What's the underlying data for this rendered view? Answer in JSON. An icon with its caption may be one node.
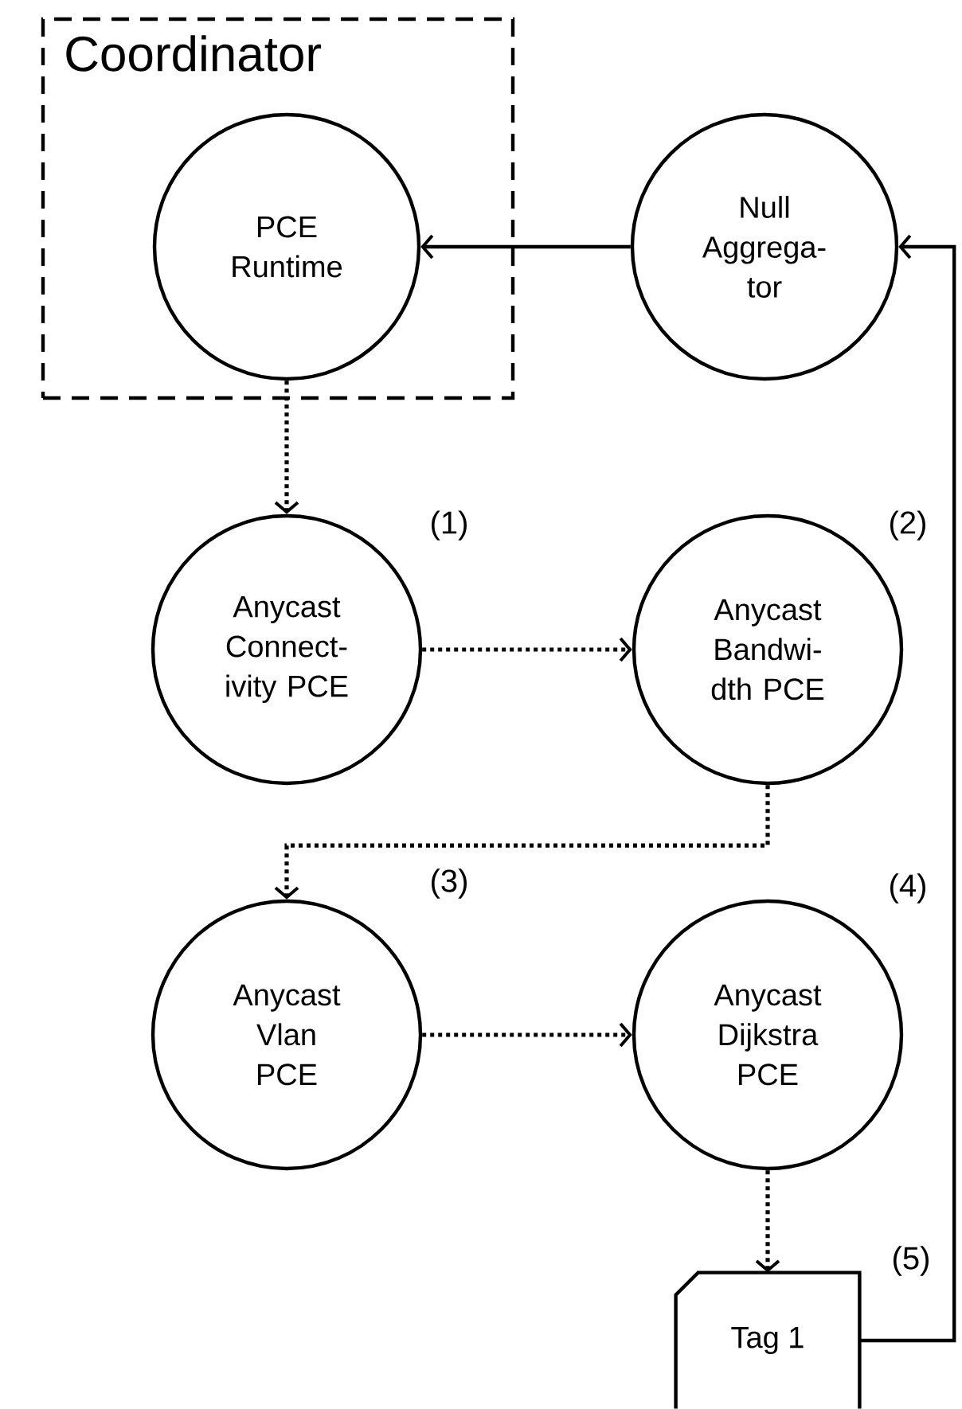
{
  "diagram": {
    "nodes": [
      {
        "text": [
          "Coordinator"
        ]
      },
      {
        "text": [
          "PCE Runtime"
        ],
        "in": 0
      },
      {
        "text": [
          "Null Aggrega-tor"
        ]
      },
      {
        "text": [
          "Anycast Connect-ivity PCE"
        ],
        "beside": [
          "(1)"
        ]
      },
      {
        "text": [
          "Anycast Bandwi-dth PCE"
        ],
        "beside": [
          "(2)"
        ]
      },
      {
        "text": [
          "Anycast Vlan PCE"
        ],
        "beside": [
          "(3)"
        ]
      },
      {
        "text": [
          "Anycast Dijkstra PCE"
        ],
        "beside": [
          "(4)"
        ]
      },
      {
        "text": [
          "Tag 1"
        ],
        "beside": [
          "(5)"
        ]
      }
    ],
    "edges": [
      {
        "from": 2,
        "to": 1,
        "arrow": "to"
      },
      {
        "from": 1,
        "to": 3,
        "arrow": "to",
        "style": "dashed"
      },
      {
        "from": 3,
        "to": 4,
        "arrow": "to",
        "style": "dashed"
      },
      {
        "from": 4,
        "to": 5,
        "arrow": "to",
        "style": "dashed"
      },
      {
        "from": 5,
        "to": 6,
        "arrow": "to",
        "style": "dashed"
      },
      {
        "from": 6,
        "to": 7,
        "arrow": "to",
        "style": "dashed"
      },
      {
        "from": 7,
        "to": 2,
        "arrow": "to"
      }
    ]
  }
}
